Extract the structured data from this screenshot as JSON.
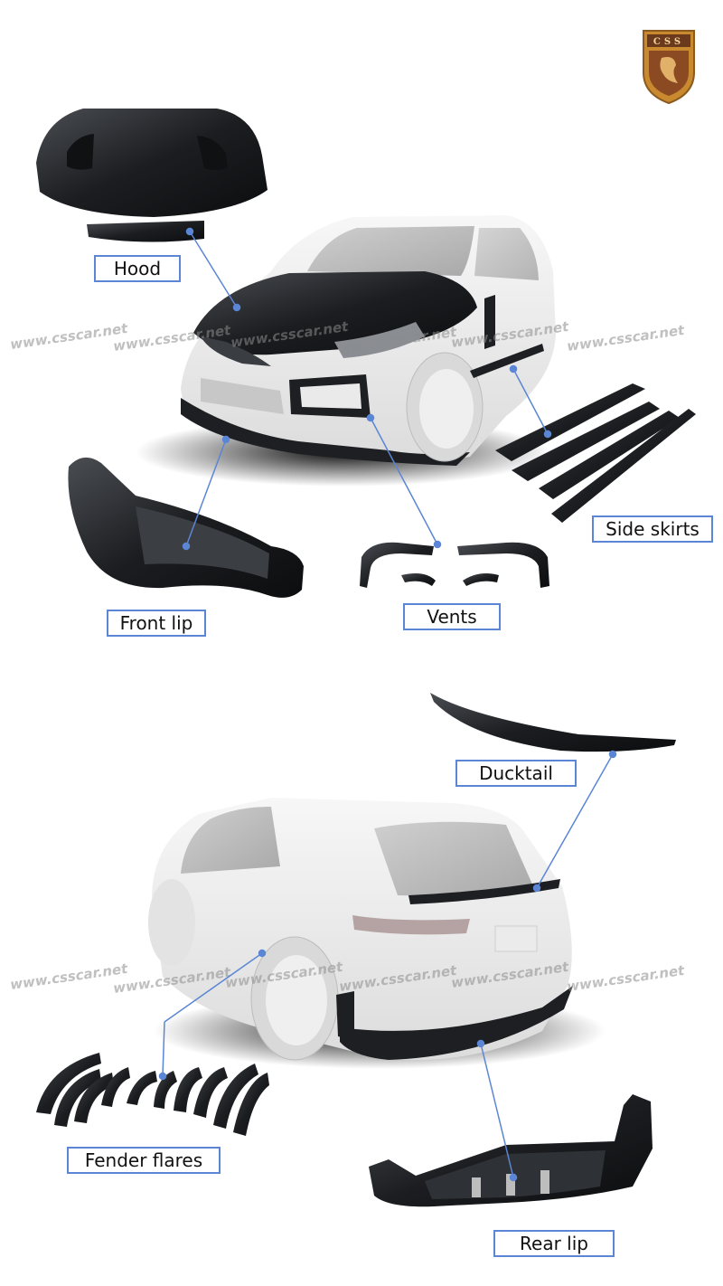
{
  "brand": {
    "logo_text": "CSS",
    "watermark": "www.csscar.net"
  },
  "labels": {
    "hood": "Hood",
    "side_skirts": "Side skirts",
    "front_lip": "Front lip",
    "vents": "Vents",
    "ducktail": "Ducktail",
    "fender_flares": "Fender flares",
    "rear_lip": "Rear lip"
  },
  "colors": {
    "callout_line": "#5b86d6",
    "carbon": "#1d1f22",
    "logo_gold": "#c9892f",
    "logo_brown": "#6b3a1c"
  }
}
